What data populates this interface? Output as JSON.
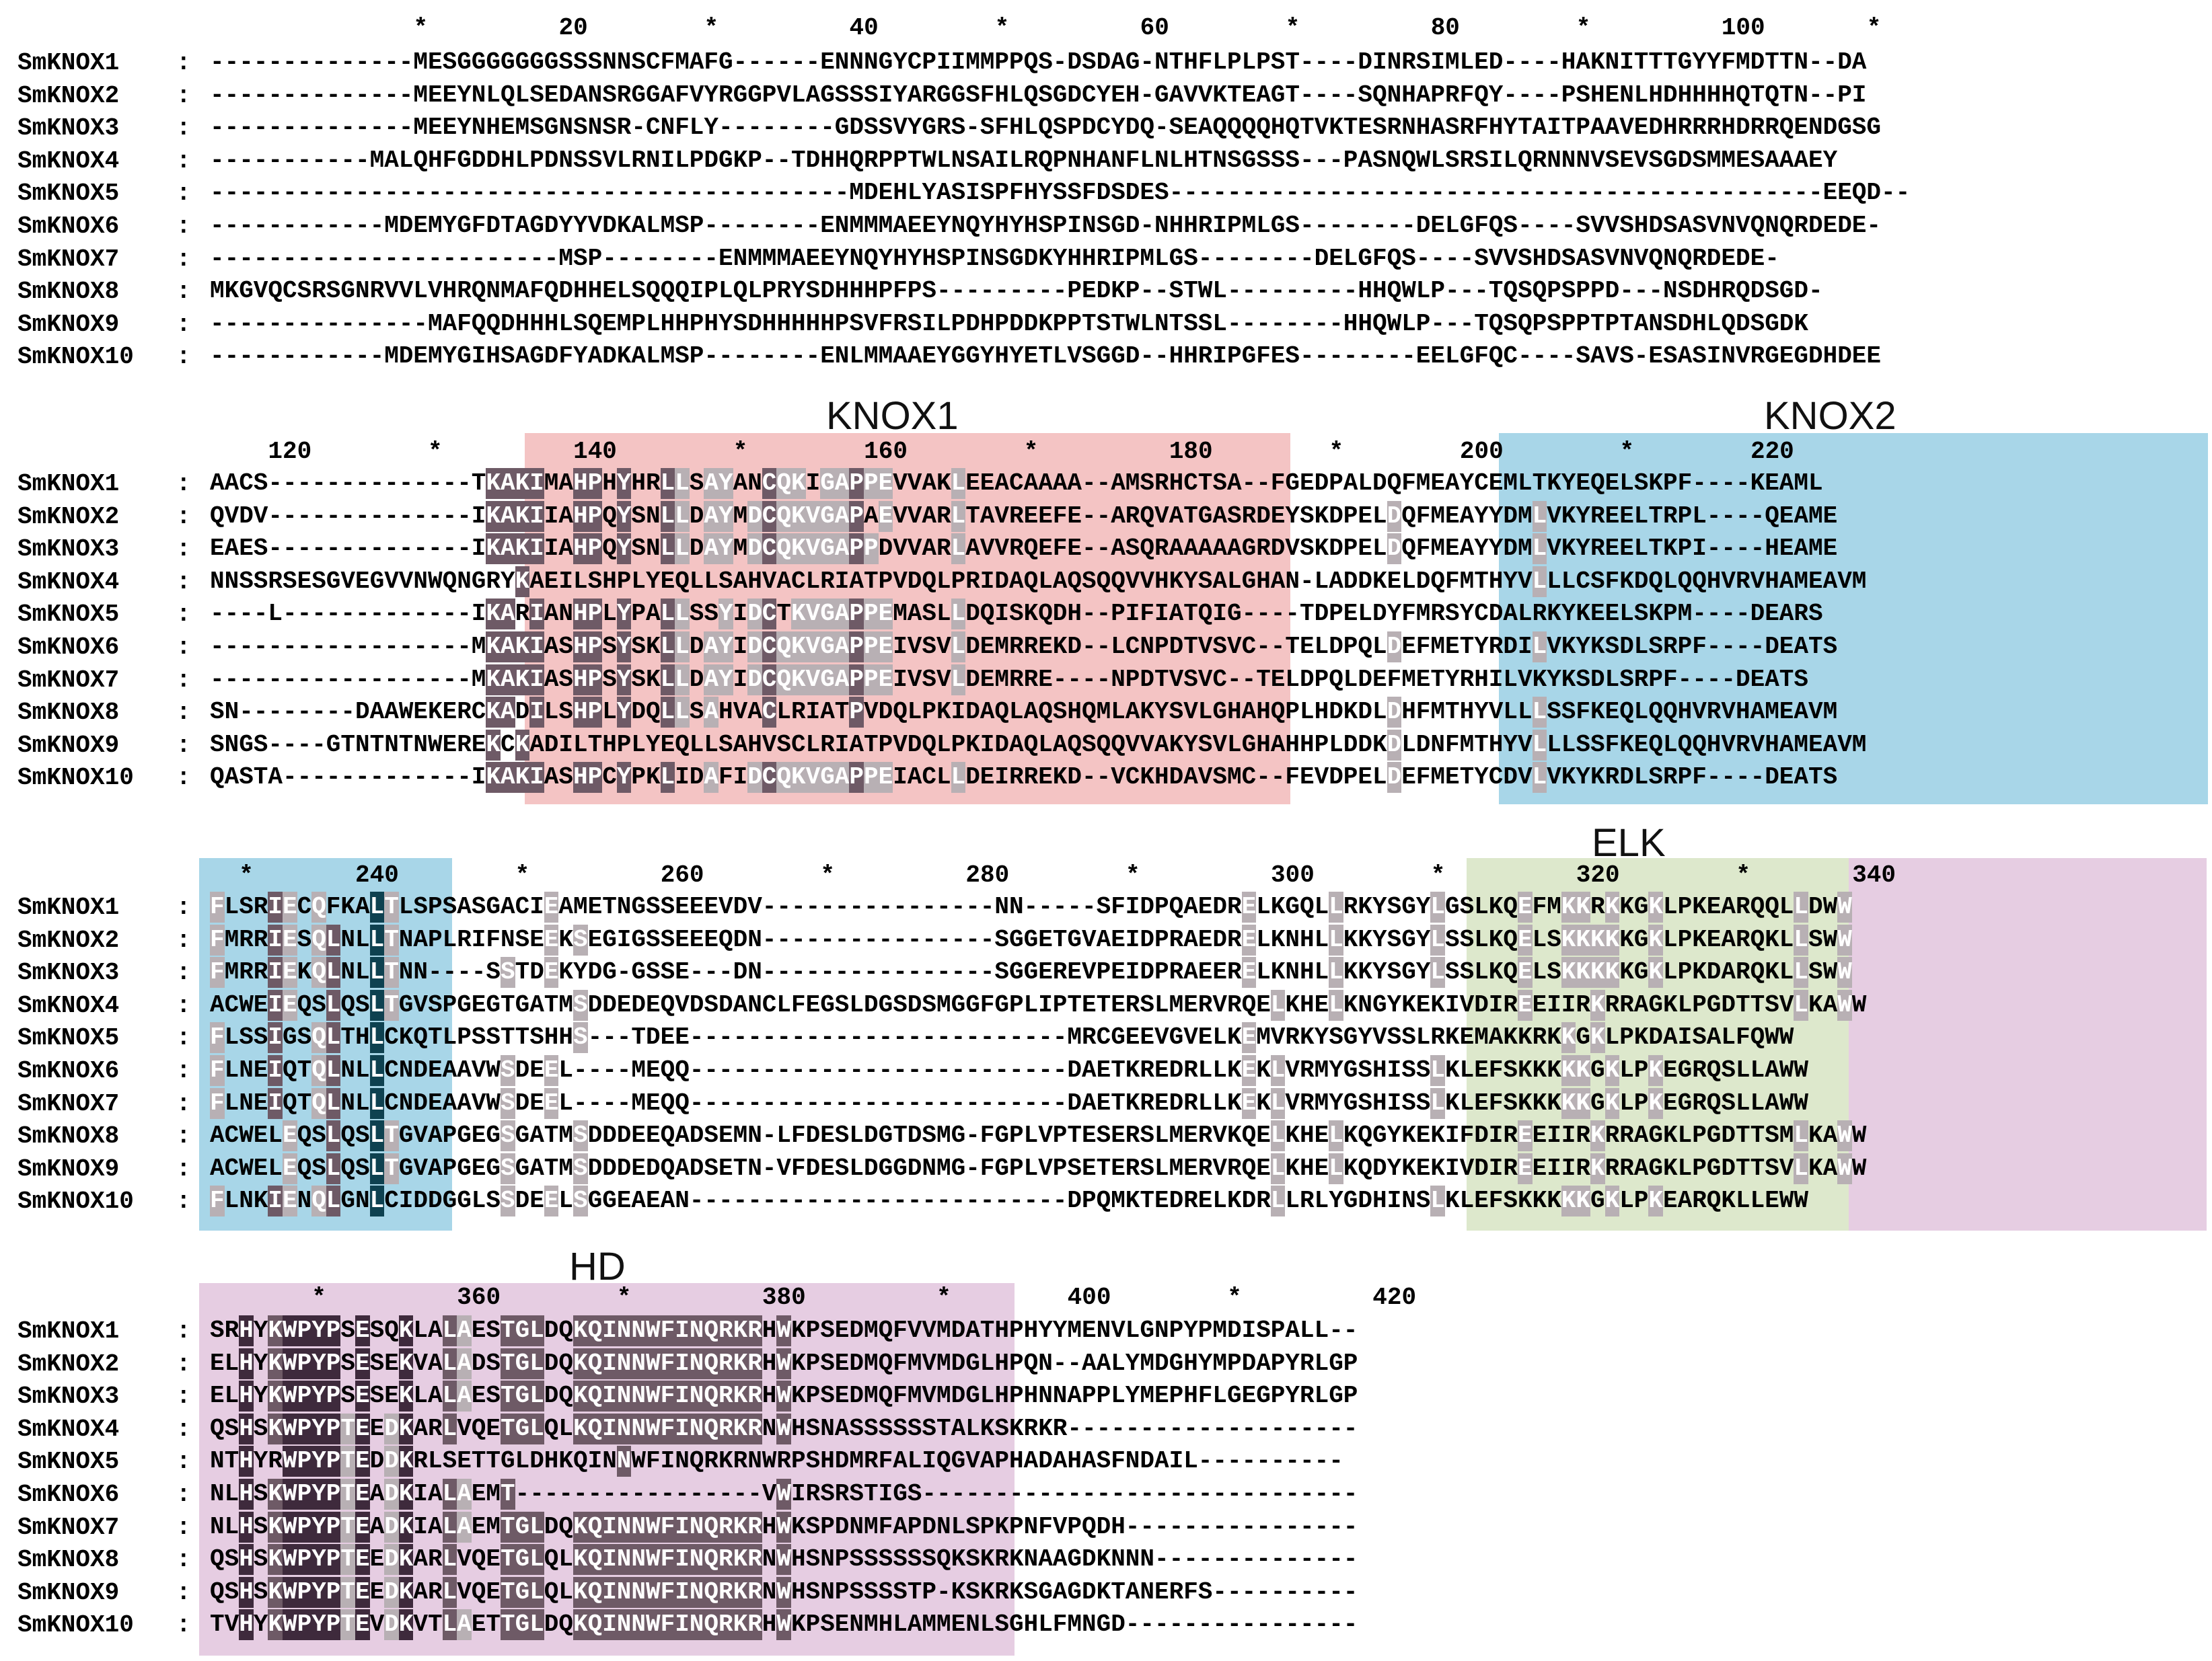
{
  "sequence_names": [
    "SmKNOX1",
    "SmKNOX2",
    "SmKNOX3",
    "SmKNOX4",
    "SmKNOX5",
    "SmKNOX6",
    "SmKNOX7",
    "SmKNOX8",
    "SmKNOX9",
    "SmKNOX10"
  ],
  "blocks": [
    {
      "ruler": "              *         20        *         40        *         60        *         80        *         100       *",
      "rows": [
        "--------------MESGGGGGGGSSSNNSCFMAFG------ENNNGYCPIIMMPPQS-DSDAG-NTHFLPLPST----DINRSIMLED----HAKNITTTGYYFMDTTN--DA",
        "--------------MEEYNLQLSEDANSRGGAFVYRGGPVLAGSSSIYARGGSFHLQSGDCYEH-GAVVKTEAGT----SQNHAPRFQY----PSHENLHDHHHHQTQTN--PI",
        "--------------MEEYNHEMSGNSNSR-CNFLY--------GDSSVYGRS-SFHLQSPDCYDQ-SEAQQQQHQTVKTESRNHASRFHYTAITPAAVEDHRRRHDRRQENDGSG",
        "-----------MALQHFGDDHLPDNSSVLRNILPDGKP--TDHHQRPPTWLNSAILRQPNHANFLNLHTNSGSSS---PASNQWLSRSILQRNNNVSEVSGDSMMESAAAEY",
        "--------------------------------------------MDEHLYASISPFHYSSFDSDES---------------------------------------------EEQD--",
        "------------MDEMYGFDTAGDYYVDKALMSP--------ENMMMAEEYNQYHYHSPINSGD-NHHRIPMLGS--------DELGFQS----SVVSHDSASVNVQNQRDEDE-",
        "------------------------MSP--------ENMMMAEEYNQYHYHSPINSGDKYHHRIPMLGS--------DELGFQS----SVVSHDSASVNVQNQRDEDE-",
        "MKGVQCSRSGNRVVLVHRQNMAFQDHHELSQQQIPLQLPRYSDHHHPFPS---------PEDKP--STWL---------HHQWLP---TQSQPSPPD---NSDHRQDSGD-",
        "---------------MAFQQDHHHLSQEMPLHHPHYSDHHHHHPSVFRSILPDHPDDKPPTSTWLNTSSL--------HHQWLP---TQSQPSPPTPTANSDHLQDSGDK",
        "------------MDEMYGIHSAGDFYADKALMSP--------ENLMMAAEYGGYHYETLVSGGD--HHRIPGFES--------EELGFQC----SAVS-ESASINVRGEGDHDEE"
      ]
    },
    {
      "ruler": "    120        *         140        *        160        *         180        *        200        *        220",
      "rows": [
        "AACS--------------TKAKIMAHPHYHRLLSAYANCQKIGAPPEVVAKLEEACAAAA--AMSRHCTSA--FGEDPALDQFMEAYCEMLTKYEQELSKPF----KEAML",
        "QVDV--------------IKAKIIAHPQYSNLLDAYMDCQKVGAPAEVVARLTAVREEFE--ARQVATGASRDEYSKDPELDQFMEAYYDMLVKYREELTRPL----QEAME",
        "EAES--------------IKAKIIAHPQYSNLLDAYMDCQKVGAPPDVVARLAVVRQEFE--ASQRAAAAAGRDVSKDPELDQFMEAYYDMLVKYREELTKPI----HEAME",
        "NNSSRSESGVEGVVNWQNGRYKAEILSHPLYEQLLSAHVACLRIATPVDQLPRIDAQLAQSQQVVHKYSALGHAN-LADDKELDQFMTHYVLLLCSFKDQLQQHVRVHAMEAVM",
        "----L-------------IKARIANHPLYPALLSSYIDCTKVGAPPEMASLLDQISKQDH--PIFIATQIG----TDPELDYFMRSYCDALRKYKEELSKPM----DEARS",
        "------------------MKAKIASHPSYSKLLDAYIDCQKVGAPPEIVSVLDEMRREKD--LCNPDTVSVC--TELDPQLDEFMETYRDILVKYKSDLSRPF----DEATS",
        "------------------MKAKIASHPSYSKLLDAYIDCQKVGAPPEIVSVLDEMRRE----NPDTVSVC--TELDPQLDEFMETYRHILVKYKSDLSRPF----DEATS",
        "SN--------DAAWEKERCKADILSHPLYDQLLSAHVACLRIATPVDQLPKIDAQLAQSHQMLAKYSVLGHAHQPLHDKDLDHFMTHYVLLLSSFKEQLQQHVRVHAMEAVM",
        "SNGS----GTNTNTNWEREKCKADILTHPLYEQLLSAHVSCLRIATPVDQLPKIDAQLAQSQQVVAKYSVLGHAHHPLDDKDLDNFMTHYVLLLSSFKEQLQQHVRVHAMEAVM",
        "QASTA-------------IKAKIASHPCYPKLIDAFIDCQKVGAPPEIACLLDEIRREKD--VCKHDAVSMC--FEVDPELDEFMETYCDVLVKYKRDLSRPF----DEATS"
      ]
    },
    {
      "ruler": "  *       240        *         260        *         280        *         300        *         320        *       340",
      "rows": [
        "FLSRIECQFKALTLSPSASGACIEAMETNGSSEEEVDV----------------NN-----SFIDPQAEDRELKGQLLRKYSGYLGSLKQEFMKKRKKGKLPKEARQQLLDWW",
        "FMRRIESQLNLLTNAPLRIFNSEEKSEGIGSSEEEQDN----------------SGGETGVAEIDPRAEDRELKNHLLKKYSGYLSSLKQELSKKKKKGKLPKEARQKLLSWW",
        "FMRRIEKQLNLLTNN----SSTDEKYDG-GSSE---DN----------------SGGEREVPEIDPRAEERELKNHLLKKYSGYLSSLKQELSKKKKKGKLPKDARQKLLSWW",
        "ACWEIEQSLQSLTGVSPGEGTGATMSDDEDEQVDSDANCLFEGSLDGSDSMGGFGPLIPTETERSLMERVRQELKHELKNGYKEKIVDIREEIIRKRRAGKLPGDTTSVLKAWW",
        "FLSSIGSQLTHLCKQTLPSSTTSHHS---TDEE--------------------------MRCGEEVGVELKEMVRKYSGYVSSLRKEMAKKRKKGKLPKDAISALFQWW",
        "FLNEIQTQLNLLCNDEAAVWSDEEL----MEQQ--------------------------DAETKREDRLLKEKLVRMYGSHISSLKLEFSKKKKKGKLPKEGRQSLLAWW",
        "FLNEIQTQLNLLCNDEAAVWSDEEL----MEQQ--------------------------DAETKREDRLLKEKLVRMYGSHISSLKLEFSKKKKKGKLPKEGRQSLLAWW",
        "ACWELEQSLQSLTGVAPGEGSGATMSDDDEEQADSEMN-LFDESLDGTDSMG-FGPLVPTESERSLMERVKQELKHELKQGYKEKIFDIREEIIRKRRAGKLPGDTTSMLKAWW",
        "ACWELEQSLQSLTGVAPGEGSGATMSDDDEDQADSETN-VFDESLDGGDNMG-FGPLVPSETERSLMERVRQELKHELKQDYKEKIVDIREEIIRKRRAGKLPGDTTSVLKAWW",
        "FLNKIENQLGNLCIDDGGLSSDEELSGGEAEAN--------------------------DPQMKTEDRELKDRLLRLYGDHINSLKLEFSKKKKKGKLPKEARQKLLEWW"
      ]
    },
    {
      "ruler": "       *         360        *         380         *        400        *         420",
      "rows": [
        "SRHYKWPYPSESQKLALAESTGLDQKQINNWFINQRKRHWKPSEDMQFVVMDATHPHYYMENVLGNPYPMDISPALL--",
        "ELHYKWPYPSESEKVALADSTGLDQKQINNWFINQRKRHWKPSEDMQFMVMDGLHPQN--AALYMDGHYMPDAPYRLGP",
        "ELHYKWPYPSESEKLALAESTGLDQKQINNWFINQRKRHWKPSEDMQFMVMDGLHPHNNAPPLYMEPHFLGEGPYRLGP",
        "QSHSKWPYPTEEDKARLVQETGLQLKQINNWFINQRKRNWHSNASSSSSSTALKSKRKR--------------------",
        "NTHYRWPYPTEDDKRLSETTGLDHKQINNWFINQRKRNWRPSHDMRFALIQGVAPHADAHASFNDAIL----------",
        "NLHSKWPYPTEADKIALAEMT-----------------VWIRSRSTIGS------------------------------",
        "NLHSKWPYPTEADKIALAEMTGLDQKQINNWFINQRKRHWKSPDNMFAPDNLSPKPNFVPQDH----------------",
        "QSHSKWPYPTEEDKARLVQETGLQLKQINNWFINQRKRNWHSNPSSSSSSQKSKRKNAAGDKNNN--------------",
        "QSHSKWPYPTEEDKARLVQETGLQLKQINNWFINQRKRNWHSNPSSSSTP-KSKRKSGAGDKTANERFS----------",
        "TVHYKWPYPTEVDKVTLAETTGLDQKQINNWFINQRKRHWKPSENMHLAMMENLSGHLFMNGD----------------"
      ]
    }
  ],
  "domains": [
    {
      "name": "KNOX1",
      "block": 1,
      "color": "#f4c4c4"
    },
    {
      "name": "KNOX2",
      "block": 1,
      "color": "#a8d6e8"
    },
    {
      "name": "ELK",
      "block": 2,
      "color": "#dde8cc"
    },
    {
      "name": "HD",
      "block": 3,
      "color": "#e6cde2"
    }
  ],
  "colors": {
    "conserved_dark": "#3a2430",
    "conserved_mid": "#6e5a66",
    "conserved_light": "#b8b0b4",
    "knox2_dark": "#0e4150",
    "elk_dark": "#3a4230",
    "hd_dark": "#3e2a3c"
  }
}
